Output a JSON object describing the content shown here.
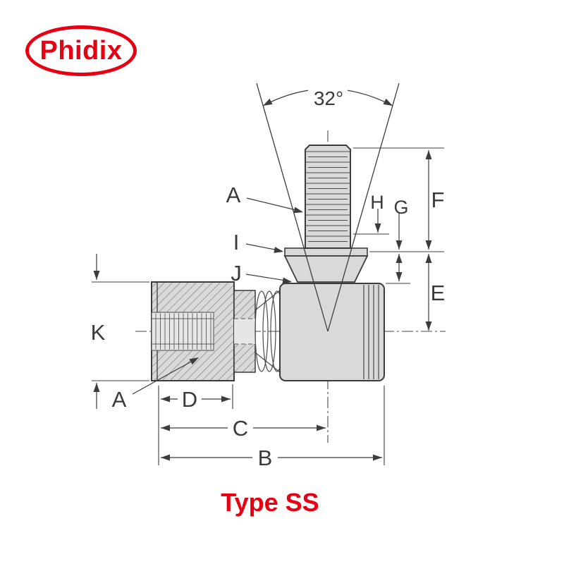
{
  "logo": {
    "text": "Phidix"
  },
  "caption": {
    "text": "Type SS"
  },
  "colors": {
    "accent": "#e60012",
    "line": "#3c3c3c",
    "metal": "#d9d9d9"
  },
  "diagram": {
    "angle_label": "32°",
    "labels": {
      "a_top": "A",
      "i": "I",
      "j": "J",
      "k": "K",
      "a_bottom": "A",
      "d": "D",
      "c": "C",
      "b": "B",
      "h": "H",
      "g": "G",
      "f": "F",
      "e": "E"
    }
  }
}
